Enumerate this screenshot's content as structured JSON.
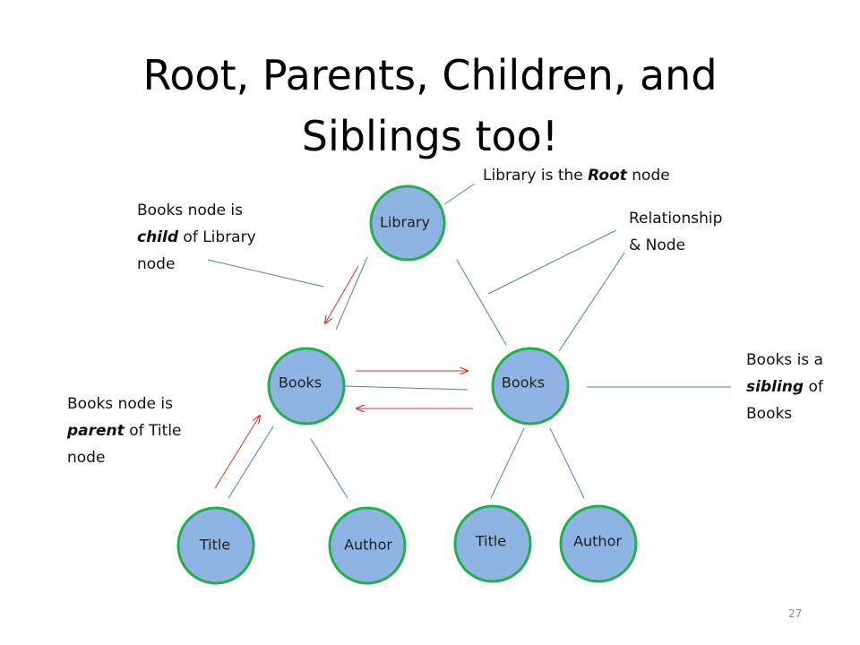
{
  "title": {
    "line1": "Root, Parents, Children, and",
    "line2": "Siblings too!"
  },
  "nodes": {
    "library": "Library",
    "books_left": "Books",
    "books_right": "Books",
    "title_left": "Title",
    "author_left": "Author",
    "title_right": "Title",
    "author_right": "Author"
  },
  "annotations": {
    "root": {
      "before": "Library is the ",
      "emph": "Root",
      "after": " node"
    },
    "child": {
      "line1": "Books node is",
      "emph": "child",
      "rest": " of Library",
      "line3": "node"
    },
    "relationship": {
      "line1": "Relationship",
      "line2": "& Node"
    },
    "sibling": {
      "line1": "Books is a",
      "emph": "sibling",
      "rest": " of",
      "line3": "Books"
    },
    "parent": {
      "line1": "Books node is",
      "emph": "parent",
      "rest": " of Title",
      "line3": "node"
    }
  },
  "page_number": "27",
  "colors": {
    "node_fill": "#8eb4e3",
    "node_stroke": "#22b04c",
    "edge": "#4f81bd",
    "arrow": "#e0322c"
  }
}
